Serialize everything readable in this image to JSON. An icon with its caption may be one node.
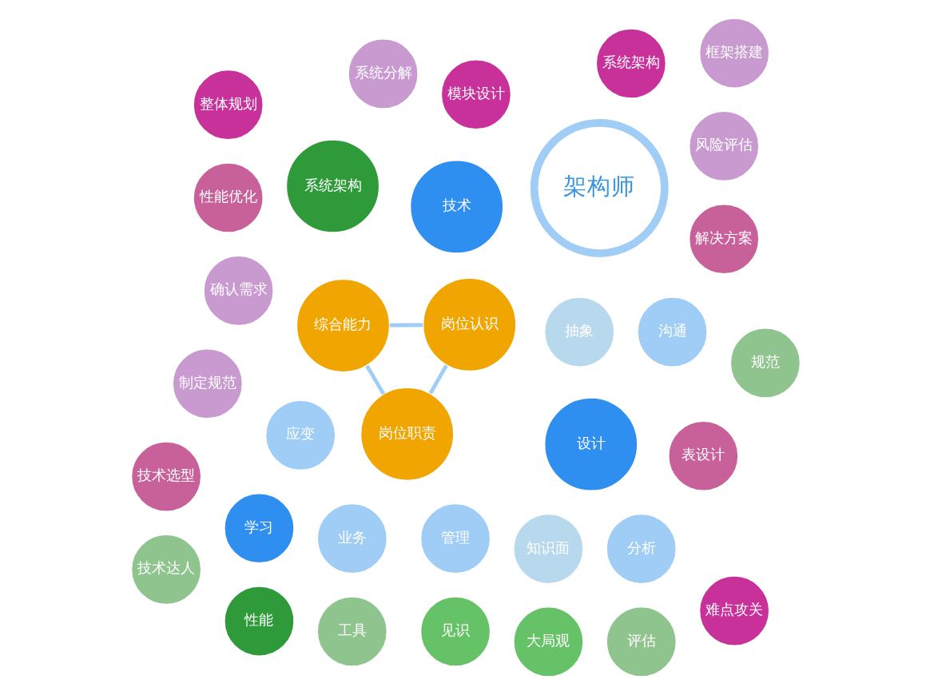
{
  "diagram": {
    "nodes": [
      {
        "text": [
          "综合能力"
        ]
      },
      {
        "text": [
          "架构师"
        ]
      },
      {
        "text": [
          "岗位认识"
        ]
      },
      {
        "text": [
          "岗位职责"
        ]
      },
      {
        "text": [
          "抽象"
        ]
      },
      {
        "text": [
          "应变"
        ]
      },
      {
        "text": [
          "学习"
        ]
      },
      {
        "text": [
          "管理"
        ]
      },
      {
        "text": [
          "技术"
        ]
      },
      {
        "text": [
          "业务"
        ]
      },
      {
        "text": [
          "知识面"
        ]
      },
      {
        "text": [
          "分析"
        ]
      },
      {
        "text": [
          "设计"
        ]
      },
      {
        "text": [
          "沟通"
        ]
      },
      {
        "text": [
          "确认需求"
        ]
      },
      {
        "text": [
          "整体规划"
        ]
      },
      {
        "text": [
          "性能优化"
        ]
      },
      {
        "text": [
          "模块设计"
        ]
      },
      {
        "text": [
          "表设计"
        ]
      },
      {
        "text": [
          "制定规范"
        ]
      },
      {
        "text": [
          "系统分解"
        ]
      },
      {
        "text": [
          "解决方案"
        ]
      },
      {
        "text": [
          "风险评估"
        ]
      },
      {
        "text": [
          "系统架构"
        ]
      },
      {
        "text": [
          "难点攻关"
        ]
      },
      {
        "text": [
          "框架搭建"
        ]
      },
      {
        "text": [
          "技术选型"
        ]
      },
      {
        "text": [
          "技术达人"
        ]
      },
      {
        "text": [
          "性能"
        ]
      },
      {
        "text": [
          "见识"
        ]
      },
      {
        "text": [
          "工具"
        ]
      },
      {
        "text": [
          "大局观"
        ]
      },
      {
        "text": [
          "评估"
        ]
      },
      {
        "text": [
          "系统架构"
        ]
      },
      {
        "text": [
          "规范"
        ]
      }
    ],
    "edges": [
      {
        "from": 0,
        "to": 3,
        "arrow": "none"
      },
      {
        "from": 3,
        "to": 2,
        "arrow": "none"
      },
      {
        "from": 2,
        "to": 0,
        "arrow": "none"
      }
    ]
  }
}
